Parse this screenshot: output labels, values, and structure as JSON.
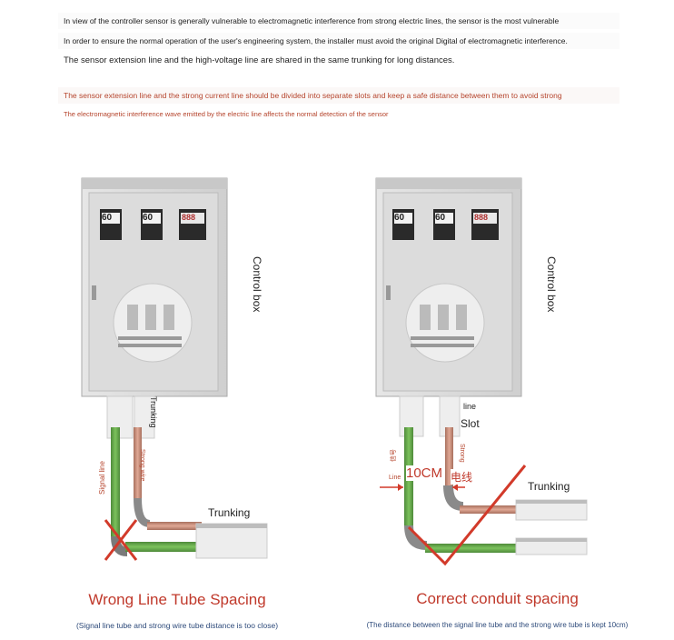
{
  "notes": [
    "In view of the controller sensor is generally vulnerable to electromagnetic interference from strong electric lines, the sensor is the most vulnerable",
    "In order to ensure the normal operation of the user's engineering system, the installer must avoid the original Digital of electromagnetic interference.",
    "The sensor extension line and the high-voltage line are shared in the same trunking for long distances.",
    "The sensor extension line and the strong current line should be divided into separate slots and keep a safe distance between them to avoid strong",
    "The electromagnetic interference wave emitted by the electric line affects the normal detection of the sensor"
  ],
  "left_diagram": {
    "control_box_label": "Control box",
    "trunking_top_label": "Trunking",
    "signal_line_label": "Signal line",
    "strong_wire_label": "Strong wire",
    "trunking_bottom_label": "Trunking",
    "display_readings": [
      "60",
      "60",
      "888"
    ],
    "heading": "Wrong Line Tube Spacing",
    "caption": "(Signal line tube and strong wire tube distance is too close)"
  },
  "right_diagram": {
    "control_box_label": "Control box",
    "slot_top_label": "line",
    "slot_label": "Slot",
    "signal_line_label": "信号",
    "line_label": "Line",
    "spacing_label": "10CM",
    "strong_wire_label": "Strong",
    "strong_cn_label": "电线",
    "trunking_label": "Trunking",
    "display_readings": [
      "60",
      "60",
      "888"
    ],
    "heading": "Correct conduit spacing",
    "caption": "(The distance between the signal line tube and the strong wire tube is kept 10cm)"
  },
  "colors": {
    "signal_tube": "#6aa84f",
    "strong_tube": "#c98b78",
    "cabinet": "#d9d9d9",
    "mark_red": "#d23a2a",
    "heading_red": "#c0392b",
    "caption_blue": "#2d4a7a"
  }
}
